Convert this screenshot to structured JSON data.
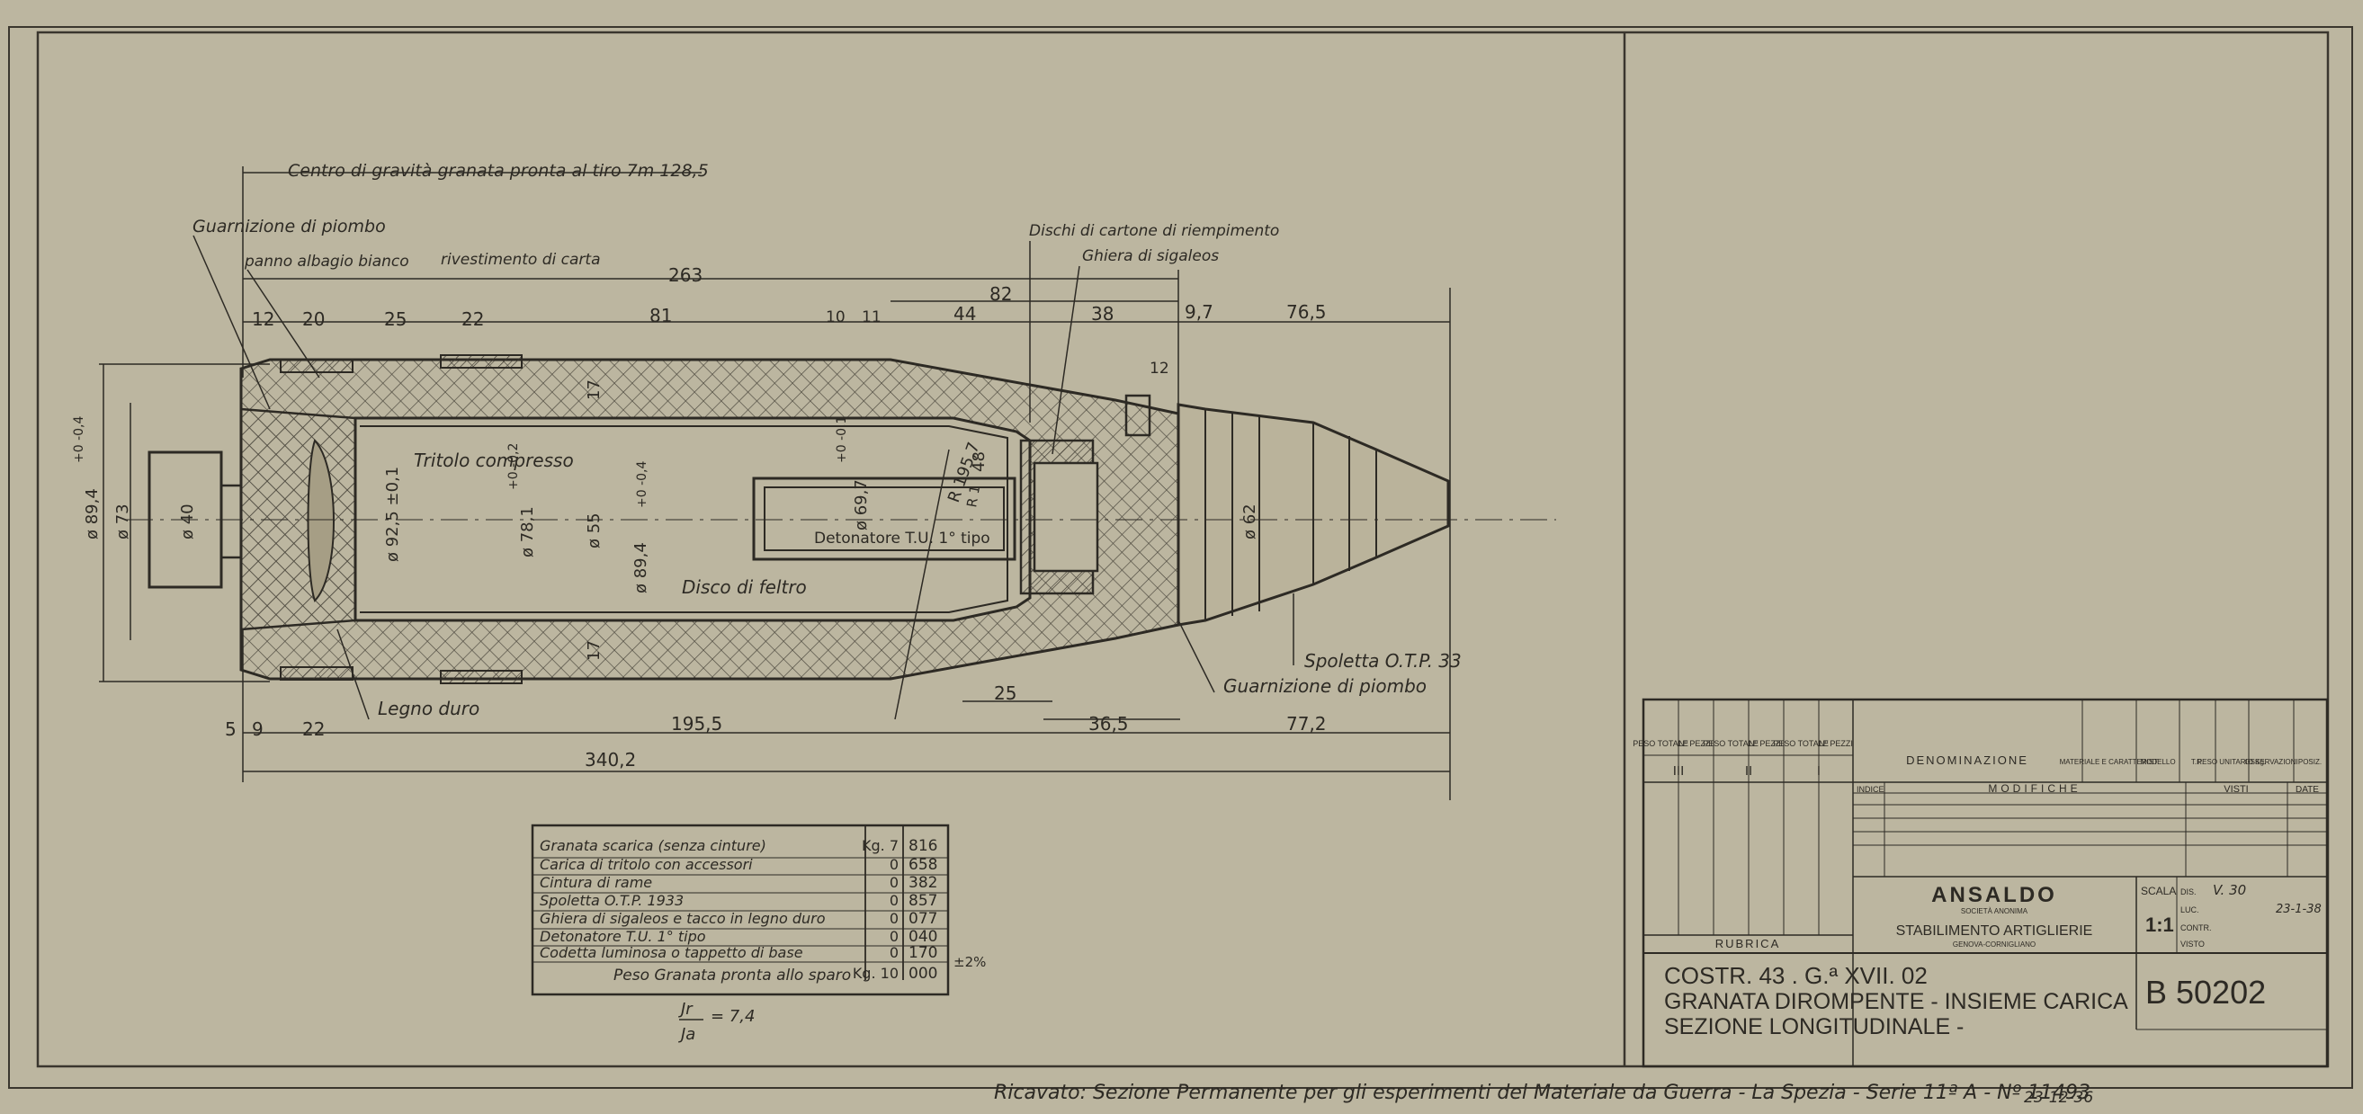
{
  "drawing": {
    "labels": {
      "center_gravity": "Centro di gravità granata pronta al tiro 7m 128,5",
      "lead_gasket_top": "Guarnizione di piombo",
      "white_cloth": "panno albagio bianco",
      "paper_lining": "rivestimento di carta",
      "cardboard_discs": "Dischi di cartone di riempimento",
      "sigaleos_ring": "Ghiera di sigaleos",
      "compressed_tnt": "Tritolo compresso",
      "detonator": "Detonatore T.U. 1° tipo",
      "felt_disc": "Disco di feltro",
      "hard_wood": "Legno duro",
      "fuze": "Spoletta O.T.P. 33",
      "lead_gasket_bottom": "Guarnizione di piombo"
    },
    "dims_top": {
      "d263": "263",
      "d82": "82",
      "d12a": "12",
      "d20": "20",
      "d25a": "25",
      "d22a": "22",
      "d81": "81",
      "d10": "10",
      "d11": "11",
      "d44": "44",
      "d38": "38",
      "d97": "9,7",
      "d765": "76,5",
      "d12b": "12"
    },
    "dims_bottom": {
      "d5": "5",
      "d9": "9",
      "d22b": "22",
      "d1955": "195,5",
      "d25b": "25",
      "d365": "36,5",
      "d772": "77,2",
      "d3402": "340,2"
    },
    "dims_vertical": {
      "dia894": "ø 89,4",
      "tol894": "+0 -0,4",
      "dia73": "ø 73",
      "dia40": "ø 40",
      "dia925": "ø 92,5 ±0,1",
      "dia781": "ø 78,1",
      "tol781": "+0 -0,2",
      "dia55": "ø 55",
      "dia894b": "ø 89,4",
      "tol894b": "+0 -0,4",
      "t17a": "17",
      "t17b": "17",
      "dia697": "ø 69,7",
      "tol697": "+0 -0,1",
      "r1957": "R 195,7",
      "r48": "48",
      "r1": "R 1",
      "dia62": "ø 62"
    }
  },
  "weights_table": {
    "unit_header": "Kg.",
    "rows": [
      {
        "label": "Granata scarica (senza cinture)",
        "unit": "Kg. 7",
        "value": "816"
      },
      {
        "label": "Carica di tritolo con accessori",
        "unit": "0",
        "value": "658"
      },
      {
        "label": "Cintura di rame",
        "unit": "0",
        "value": "382"
      },
      {
        "label": "Spoletta O.T.P. 1933",
        "unit": "0",
        "value": "857"
      },
      {
        "label": "Ghiera di sigaleos e tacco in legno duro",
        "unit": "0",
        "value": "077"
      },
      {
        "label": "Detonatore T.U. 1° tipo",
        "unit": "0",
        "value": "040"
      },
      {
        "label": "Codetta luminosa o tappetto di base",
        "unit": "0",
        "value": "170"
      }
    ],
    "total": {
      "label": "Peso Granata pronta allo sparo",
      "unit": "Kg. 10",
      "value": "000",
      "tolerance": "±2%"
    },
    "ratio": {
      "numerator": "Jr",
      "denominator": "Ja",
      "value": "= 7,4"
    }
  },
  "title_block": {
    "header_cols": [
      "PESO TOTALE",
      "Nº PEZZI",
      "PESO TOTALE",
      "Nº PEZZI",
      "PESO TOTALE",
      "Nº PEZZI"
    ],
    "roman": [
      "III",
      "II",
      "I"
    ],
    "denominazione": "DENOMINAZIONE",
    "right_cols": [
      "MATERIALE E CARATTERIST.",
      "MODELLO",
      "T.R.",
      "PESO UNITARIO Kg.",
      "OSSERVAZIONI",
      "POSIZ."
    ],
    "indice": "INDICE",
    "modifiche": "MODIFICHE",
    "visti": "VISTI",
    "date": "DATE",
    "rubrica": "RUBRICA",
    "company": "ANSALDO",
    "company_sub": "SOCIETÀ ANONIMA",
    "plant": "STABILIMENTO ARTIGLIERIE",
    "plant_sub": "GENOVA-CORNIGLIANO",
    "scala_label": "SCALA",
    "scala_value": "1:1",
    "dis_label": "DIS.",
    "luc_label": "LUC.",
    "contr_label": "CONTR.",
    "visto_label": "VISTO",
    "dis_value": "V. 30",
    "luc_value": "23-1-38",
    "contr_value": "",
    "visto_value": "",
    "line1": "COSTR. 43 . G.ª XVII. 02",
    "line2": "GRANATA DIROMPENTE - INSIEME CARICA",
    "line3": "SEZIONE LONGITUDINALE -",
    "number": "B 50202"
  },
  "footer": {
    "caption": "Ricavato: Sezione Permanente per gli esperimenti del Materiale da Guerra - La Spezia - Serie 11ª A - Nº 11493",
    "date": "23-12-36"
  }
}
